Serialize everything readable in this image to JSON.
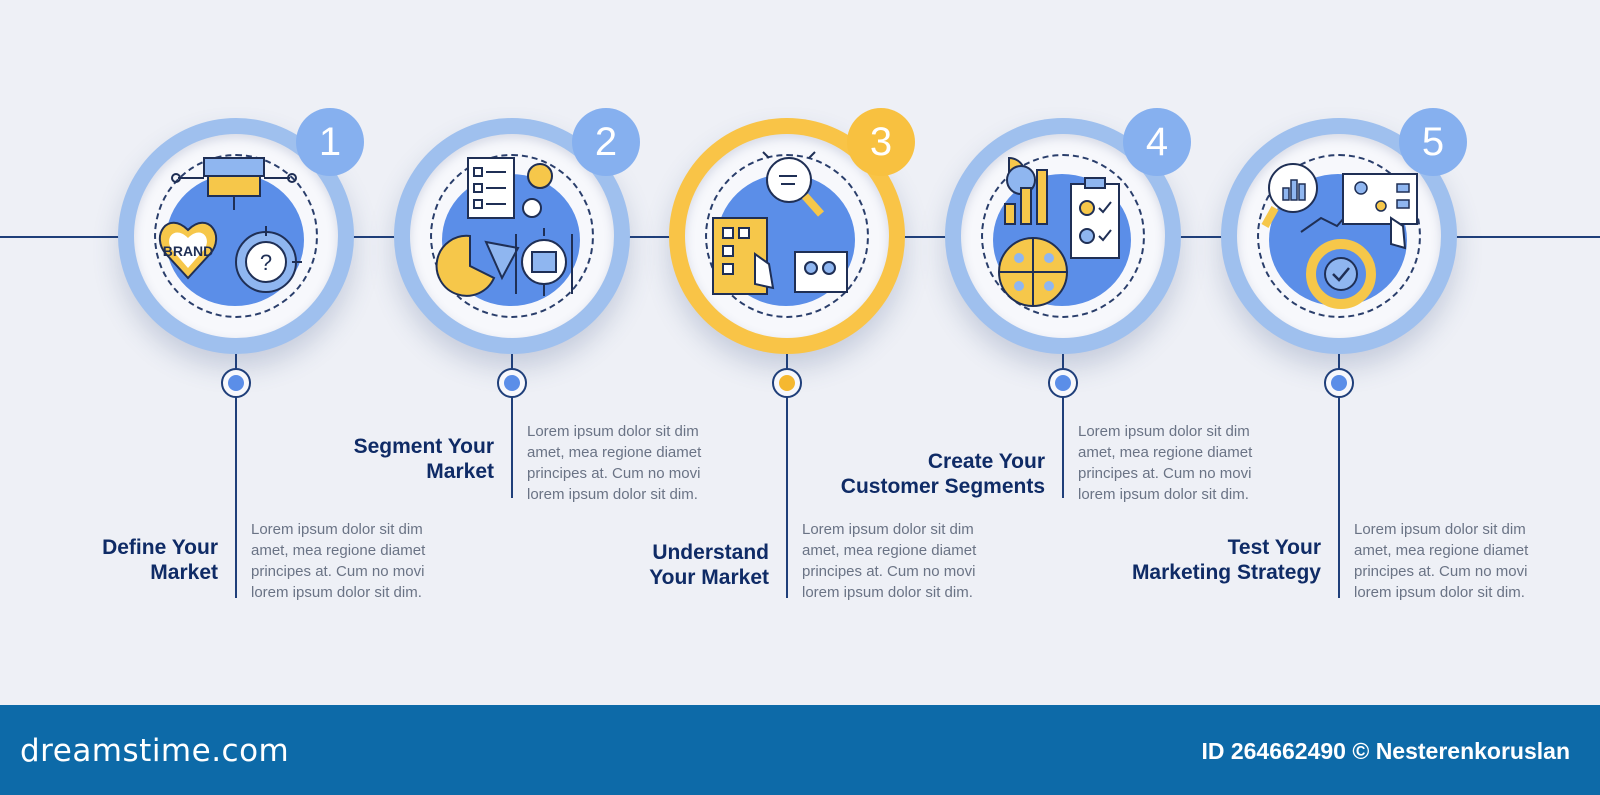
{
  "steps": [
    {
      "number": "1",
      "title_line1": "Define Your",
      "title_line2": "Market",
      "desc": "Lorem ipsum dolor sit dim amet, mea regione diamet principes at. Cum no movi lorem ipsum dolor sit dim.",
      "brand_text": "BRAND"
    },
    {
      "number": "2",
      "title_line1": "Segment Your",
      "title_line2": "Market",
      "desc": "Lorem ipsum dolor sit dim amet, mea regione diamet principes at. Cum no movi lorem ipsum dolor sit dim."
    },
    {
      "number": "3",
      "title_line1": "Understand",
      "title_line2": "Your Market",
      "desc": "Lorem ipsum dolor sit dim amet, mea regione diamet principes at. Cum no movi lorem ipsum dolor sit dim."
    },
    {
      "number": "4",
      "title_line1": "Create Your",
      "title_line2": "Customer Segments",
      "desc": "Lorem ipsum dolor sit dim amet, mea regione diamet principes at. Cum no movi lorem ipsum dolor sit dim."
    },
    {
      "number": "5",
      "title_line1": "Test Your",
      "title_line2": "Marketing Strategy",
      "desc": "Lorem ipsum dolor sit dim amet, mea regione diamet principes at. Cum no movi lorem ipsum dolor sit dim."
    }
  ],
  "colors": {
    "accent_blue": "#5b8ee8",
    "ring_blue": "#9fc0ee",
    "highlight_yellow": "#f9c447",
    "navy": "#0f2b66",
    "footer": "#0d6aa8"
  },
  "icons": [
    "shop-brand-target-icon",
    "checklist-gear-pie-icon",
    "magnifier-checklist-team-icon",
    "chart-pie-feedback-icon",
    "analytics-cycle-icon"
  ],
  "footer": {
    "brand": "dreamstime.com",
    "credit": "ID 264662490 © Nesterenkoruslan"
  }
}
